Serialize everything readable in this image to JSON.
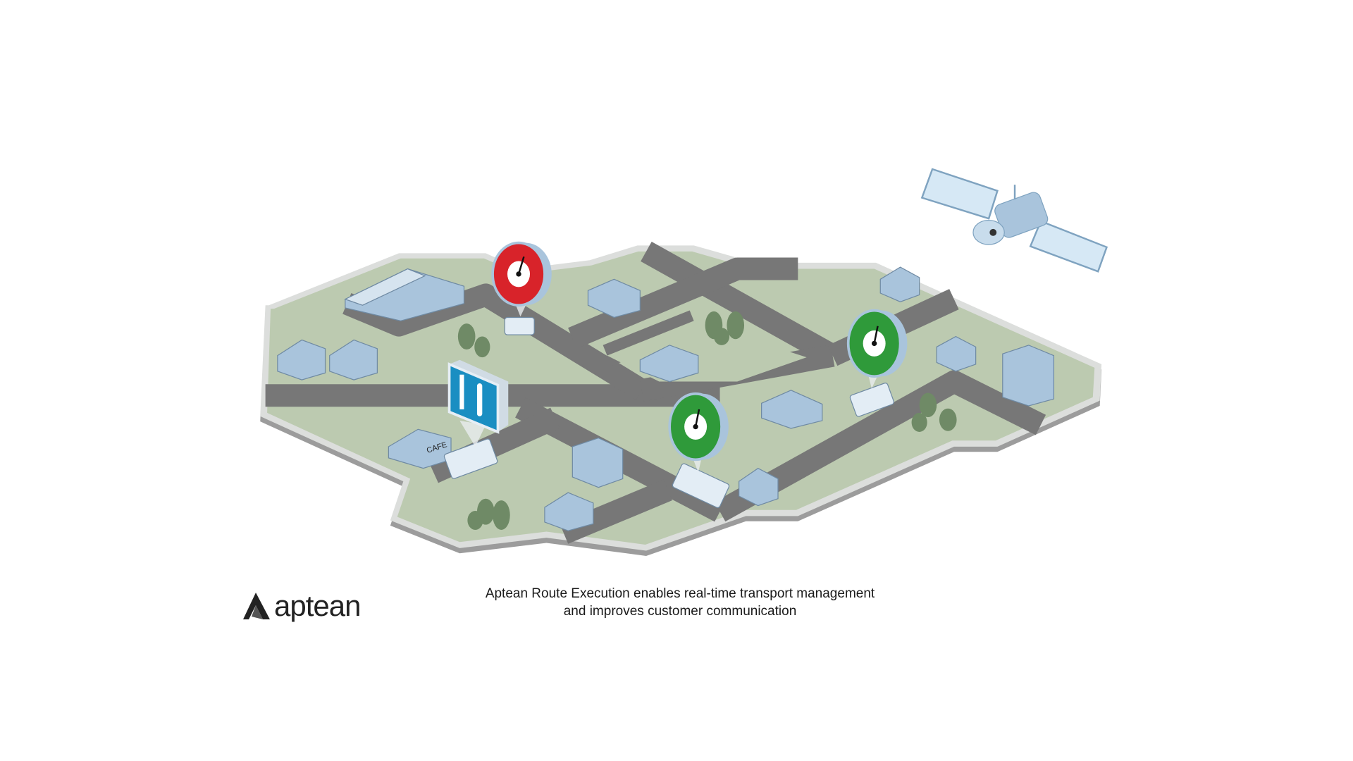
{
  "logo": {
    "text": "aptean"
  },
  "caption": {
    "line1": "Aptean Route Execution enables real-time transport management",
    "line2": "and improves customer communication"
  },
  "illustration": {
    "cafe_sign": "CAFE",
    "colors": {
      "ground": "#bccab0",
      "road": "#787878",
      "edge": "#d9dbd9",
      "building": "#a9c4dc",
      "timer_red": "#d8232a",
      "timer_green": "#2f9a3a",
      "sign_blue": "#1a8ec2",
      "tree": "#6f8a66"
    }
  }
}
